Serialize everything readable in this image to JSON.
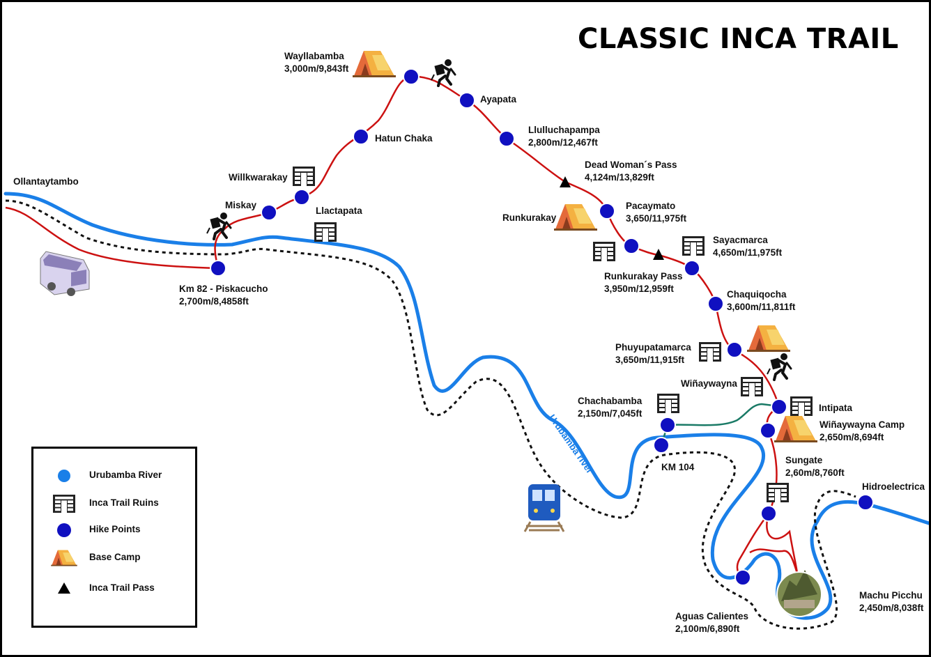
{
  "title": "CLASSIC INCA TRAIL",
  "colors": {
    "river": "#1a7fe8",
    "trail": "#cc1111",
    "alt_trail": "#1a7a66",
    "train": "#111111",
    "hike_point": "#1010c0",
    "tent_orange": "#f0a22e",
    "pass": "#000000"
  },
  "river_label": "Urubamba river",
  "places": {
    "ollantaytambo": "Ollantaytambo",
    "wayllabamba": "Wayllabamba",
    "wayllabamba_alt": "3,000m/9,843ft",
    "ayapata": "Ayapata",
    "hatun_chaka": "Hatun Chaka",
    "llulluchapampa": "Llulluchapampa",
    "llulluchapampa_alt": "2,800m/12,467ft",
    "willkwarakay": "Willkwarakay",
    "dead_womans_pass": "Dead Woman´s Pass",
    "dead_womans_pass_alt": "4,124m/13,829ft",
    "miskay": "Miskay",
    "llactapata": "Llactapata",
    "runkurakay": "Runkurakay",
    "pacaymato": "Pacaymato",
    "pacaymato_alt": "3,650/11,975ft",
    "sayacmarca": "Sayacmarca",
    "sayacmarca_alt": "4,650m/11,975ft",
    "runkurakay_pass": "Runkurakay Pass",
    "runkurakay_pass_alt": "3,950m/12,959ft",
    "km82": "Km 82 - Piskacucho",
    "km82_alt": "2,700m/8,4858ft",
    "chaquiqocha": "Chaquiqocha",
    "chaquiqocha_alt": "3,600m/11,811ft",
    "phuyupatamarca": "Phuyupatamarca",
    "phuyupatamarca_alt": "3,650m/11,915ft",
    "winaywayna": "Wiñaywayna",
    "chachabamba": "Chachabamba",
    "chachabamba_alt": "2,150m/7,045ft",
    "intipata": "Intipata",
    "winaywayna_camp": "Wiñaywayna Camp",
    "winaywayna_camp_alt": "2,650m/8,694ft",
    "km104": "KM 104",
    "sungate": "Sungate",
    "sungate_alt": "2,60m/8,760ft",
    "hidroelectrica": "Hidroelectrica",
    "machu_picchu": "Machu Picchu",
    "machu_picchu_alt": "2,450m/8,038ft",
    "aguas_calientes": "Aguas Calientes",
    "aguas_calientes_alt": "2,100m/6,890ft"
  },
  "legend": {
    "items": [
      {
        "label": "Urubamba River",
        "icon": "river-dot-icon"
      },
      {
        "label": "Inca Trail Ruins",
        "icon": "ruins-icon"
      },
      {
        "label": "Hike Points",
        "icon": "hike-point-icon"
      },
      {
        "label": "Base Camp",
        "icon": "tent-icon"
      },
      {
        "label": "Inca Trail Pass",
        "icon": "pass-triangle-icon"
      }
    ]
  }
}
